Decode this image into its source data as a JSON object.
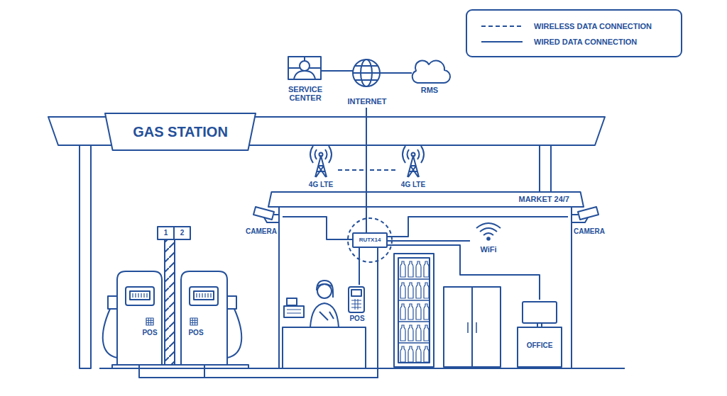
{
  "diagram": {
    "nodes": [
      {
        "text": [
          "SERVICE CENTER"
        ]
      },
      {
        "text": [
          "INTERNET"
        ]
      },
      {
        "text": [
          "RMS"
        ]
      },
      {
        "text": [
          "GAS STATION"
        ]
      },
      {
        "text": [
          "4G LTE"
        ]
      },
      {
        "text": [
          "4G LTE"
        ]
      },
      {
        "text": [
          "MARKET 24/7"
        ]
      },
      {
        "text": [
          "CAMERA"
        ]
      },
      {
        "text": [
          "RUTX14"
        ]
      },
      {
        "text": [
          "CAMERA"
        ]
      },
      {
        "text": [
          "WiFi"
        ]
      },
      {
        "text": [
          "POS"
        ]
      },
      {
        "text": [
          "POS"
        ]
      },
      {
        "text": [
          "POS"
        ]
      },
      {
        "text": [
          "OFFICE"
        ]
      }
    ],
    "edges": [
      {
        "from": 0,
        "to": 1,
        "arrow": "none"
      },
      {
        "from": 1,
        "to": 2,
        "arrow": "none"
      },
      {
        "from": 1,
        "to": 8,
        "arrow": "none"
      },
      {
        "from": 4,
        "to": 8,
        "arrow": "none"
      },
      {
        "from": 5,
        "to": 8,
        "arrow": "none"
      },
      {
        "from": 7,
        "to": 8,
        "arrow": "none"
      },
      {
        "from": 8,
        "to": 9,
        "arrow": "none"
      },
      {
        "from": 8,
        "to": 10,
        "arrow": "none"
      },
      {
        "from": 8,
        "to": 14,
        "arrow": "none"
      },
      {
        "from": 8,
        "to": 13,
        "arrow": "none"
      },
      {
        "from": 8,
        "to": 11,
        "arrow": "none"
      },
      {
        "from": 8,
        "to": 12,
        "arrow": "none"
      }
    ],
    "labels": [
      "1",
      "2"
    ],
    "legend": [
      {
        "text": "WIRELESS DATA CONNECTION"
      },
      {
        "text": "WIRED DATA CONNECTION"
      }
    ]
  }
}
